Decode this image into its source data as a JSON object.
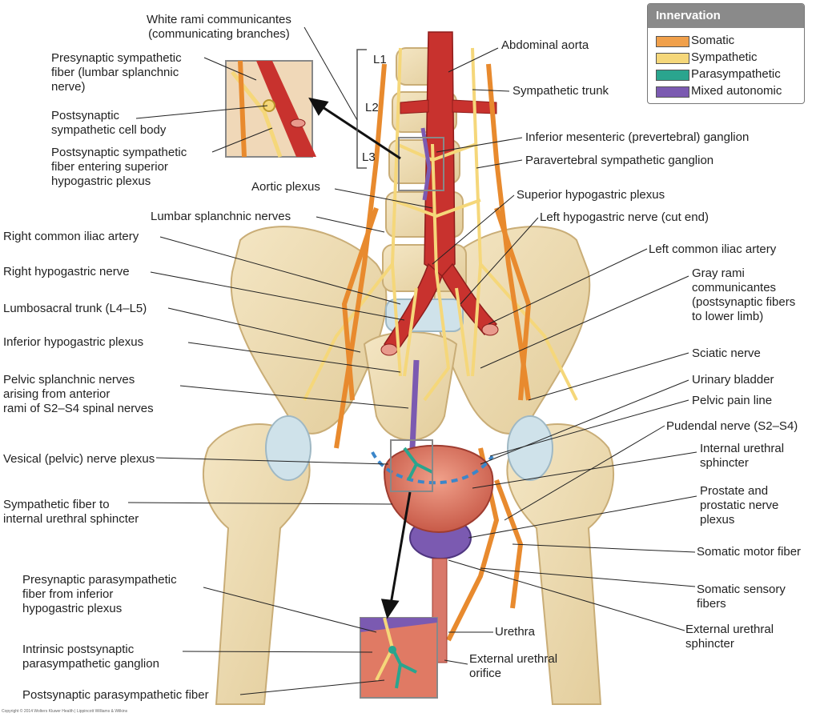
{
  "legend": {
    "title": "Innervation",
    "items": [
      {
        "label": "Somatic",
        "color": "#f0a04b"
      },
      {
        "label": "Sympathetic",
        "color": "#f5d77a"
      },
      {
        "label": "Parasympathetic",
        "color": "#2aa58e"
      },
      {
        "label": "Mixed autonomic",
        "color": "#7b5ab1"
      }
    ]
  },
  "vertebrae": {
    "l1": "L1",
    "l2": "L2",
    "l3": "L3"
  },
  "labels_left": {
    "white_rami": "White rami communicantes\n(communicating branches)",
    "presynaptic_sympathetic": "Presynaptic sympathetic\nfiber (lumbar splanchnic\nnerve)",
    "postsynaptic_cell_body": "Postsynaptic\nsympathetic cell body",
    "postsynaptic_fiber": "Postsynaptic sympathetic\nfiber entering superior\nhypogastric plexus",
    "aortic_plexus": "Aortic plexus",
    "lumbar_splanchnic": "Lumbar splanchnic nerves",
    "right_common_iliac": "Right common iliac artery",
    "right_hypogastric": "Right hypogastric nerve",
    "lumbosacral_trunk": "Lumbosacral trunk (L4–L5)",
    "inferior_hypogastric": "Inferior hypogastric plexus",
    "pelvic_splanchnic": "Pelvic splanchnic nerves\narising from anterior\nrami of S2–S4 spinal nerves",
    "vesical_plexus": "Vesical (pelvic) nerve plexus",
    "sympathetic_fiber_sphincter": "Sympathetic fiber to\ninternal urethral sphincter",
    "presynaptic_parasympathetic": "Presynaptic parasympathetic\nfiber from inferior\nhypogastric plexus",
    "intrinsic_ganglion": "Intrinsic postsynaptic\nparasympathetic ganglion",
    "postsynaptic_parasympathetic": "Postsynaptic parasympathetic fiber"
  },
  "labels_right": {
    "abdominal_aorta": "Abdominal aorta",
    "sympathetic_trunk": "Sympathetic trunk",
    "inferior_mesenteric": "Inferior mesenteric (prevertebral) ganglion",
    "paravertebral": "Paravertebral sympathetic ganglion",
    "superior_hypogastric": "Superior hypogastric plexus",
    "left_hypogastric": "Left hypogastric nerve (cut end)",
    "left_common_iliac": "Left common iliac artery",
    "gray_rami": "Gray rami\ncommunicantes\n(postsynaptic fibers\nto lower limb)",
    "sciatic": "Sciatic nerve",
    "urinary_bladder": "Urinary bladder",
    "pelvic_pain_line": "Pelvic pain line",
    "pudendal": "Pudendal nerve (S2–S4)",
    "internal_urethral_sphincter": "Internal urethral\nsphincter",
    "prostate": "Prostate and\nprostatic nerve\nplexus",
    "somatic_motor": "Somatic motor fiber",
    "somatic_sensory": "Somatic sensory\nfibers",
    "external_urethral_sphincter": "External urethral\nsphincter",
    "urethra": "Urethra",
    "external_orifice": "External urethral\norifice"
  },
  "copyright": "Copyright © 2014 Wolters Kluwer Health | Lippincott Williams & Wilkins"
}
